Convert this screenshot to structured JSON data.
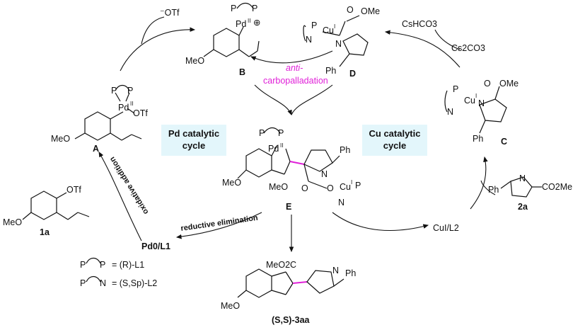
{
  "cycles": {
    "pd": {
      "line1": "Pd catalytic",
      "line2": "cycle"
    },
    "cu": {
      "line1": "Cu catalytic",
      "line2": "cycle"
    }
  },
  "compounds": {
    "A": "A",
    "B": "B",
    "C": "C",
    "D": "D",
    "E": "E",
    "sm1a": "1a",
    "sm2a": "2a",
    "product": "3aa",
    "product_prefix": "(S,S)-"
  },
  "byproducts": {
    "otf_minus": "⁻OTf",
    "cshco3": "CsHCO3",
    "cs2co3": "Cs2CO3"
  },
  "steps": {
    "oxidative_addition": "oxidative addition",
    "reductive_elimination": "reductive elimination",
    "anti_carbo_line1": "anti-",
    "anti_carbo_line2": "carbopalladation"
  },
  "catalysts": {
    "pd0": "Pd0/L1",
    "cu1": "CuI/L2"
  },
  "legend": {
    "pp": "= (R)-L1",
    "pn": "= (S,Sp)-L2"
  },
  "atoms": {
    "meo": "MeO",
    "otf": "OTf",
    "co2me": "CO2Me",
    "ph": "Ph",
    "ome": "OMe",
    "meo2c": "MeO2C"
  }
}
